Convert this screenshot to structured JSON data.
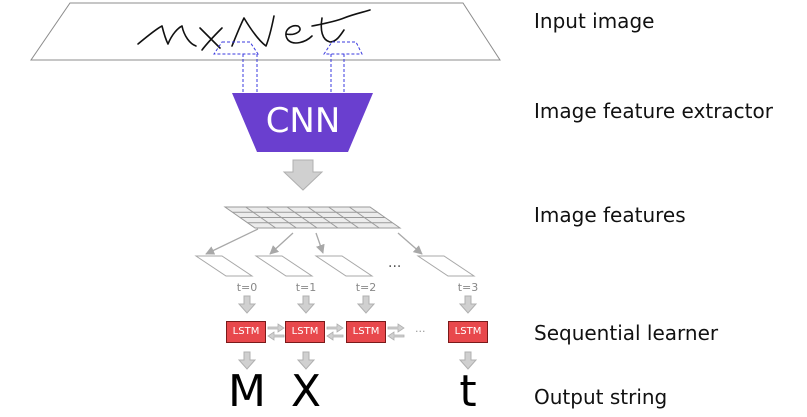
{
  "labels": {
    "input_image": "Input image",
    "feature_extractor": "Image feature extractor",
    "image_features": "Image features",
    "sequential_learner": "Sequential learner",
    "output_string": "Output string"
  },
  "cnn_label": "CNN",
  "handwriting": "MXNet",
  "timesteps": [
    "t=0",
    "t=1",
    "t=2",
    "t=3"
  ],
  "lstm_label": "LSTM",
  "ellipsis": "...",
  "ellipsis_small": "...",
  "outputs": [
    "M",
    "X",
    "t"
  ],
  "colors": {
    "cnn": "#6a3fcf",
    "lstm": "#e8484c",
    "grid": "#9a9a9a",
    "arrow": "#cfcfcf",
    "dashed": "#3a3adf"
  }
}
